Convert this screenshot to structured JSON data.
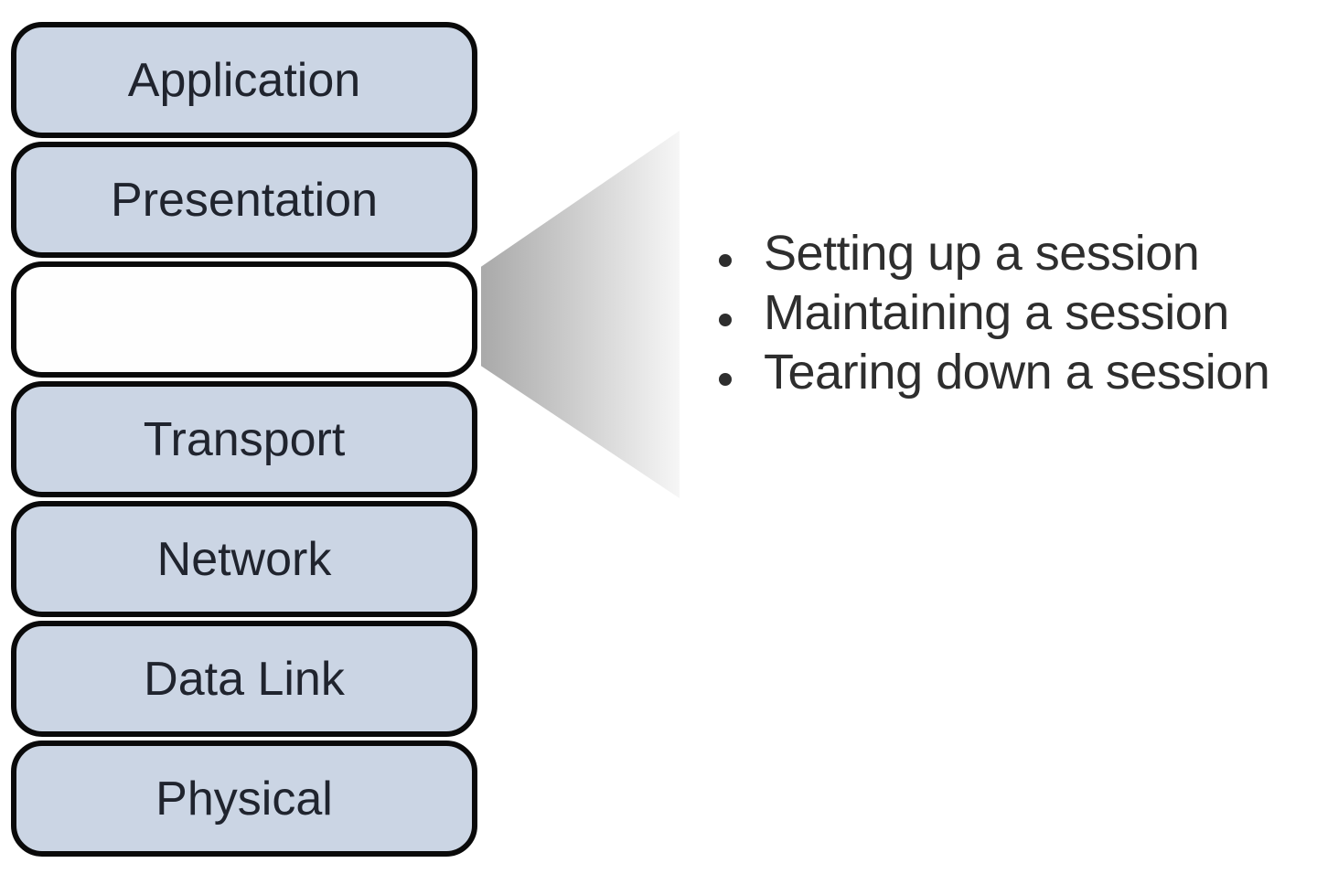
{
  "osi_stack": {
    "layers": [
      {
        "label": "Application",
        "blank": false
      },
      {
        "label": "Presentation",
        "blank": false
      },
      {
        "label": "",
        "blank": true
      },
      {
        "label": "Transport",
        "blank": false
      },
      {
        "label": "Network",
        "blank": false
      },
      {
        "label": "Data Link",
        "blank": false
      },
      {
        "label": "Physical",
        "blank": false
      }
    ]
  },
  "callout": {
    "bullets": [
      "Setting up a session",
      "Maintaining a session",
      "Tearing down a session"
    ]
  },
  "colors": {
    "background": "#ffffff",
    "layer_fill": "#cbd5e4",
    "blank_layer_fill": "#fefefe",
    "layer_border": "#0a0a0a",
    "layer_text": "#20242e",
    "bullet_text": "#2e2e2e",
    "wedge_dark": "#a9a9a9",
    "wedge_light": "#f6f6f6"
  }
}
